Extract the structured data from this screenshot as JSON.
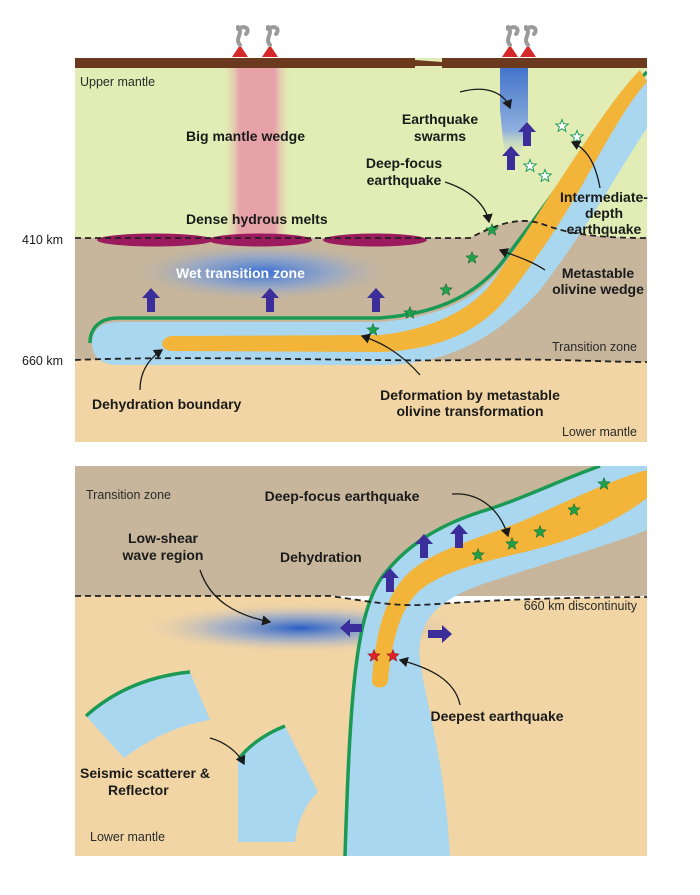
{
  "top_panel": {
    "upper_mantle": "Upper mantle",
    "big_mantle_wedge": "Big mantle wedge",
    "earthquake_swarms": [
      "Earthquake",
      "swarms"
    ],
    "deep_focus_earthquake": [
      "Deep-focus",
      "earthquake"
    ],
    "intermediate_depth_earthquake": [
      "Intermediate-",
      "depth",
      "earthquake"
    ],
    "dense_hydrous_melts": "Dense hydrous melts",
    "km_410": "410 km",
    "wet_transition_zone": "Wet transition zone",
    "metastable_olivine_wedge": [
      "Metastable",
      "olivine wedge"
    ],
    "transition_zone": "Transition zone",
    "km_660": "660 km",
    "dehydration_boundary": "Dehydration boundary",
    "deformation": [
      "Deformation by metastable",
      "olivine transformation"
    ],
    "lower_mantle": "Lower mantle"
  },
  "bottom_panel": {
    "transition_zone": "Transition zone",
    "deep_focus_earthquake": "Deep-focus earthquake",
    "low_shear": [
      "Low-shear",
      "wave region"
    ],
    "dehydration": "Dehydration",
    "discontinuity_660": "660 km discontinuity",
    "deepest_earthquake": "Deepest earthquake",
    "seismic_scatterer": [
      "Seismic scatterer &",
      "Reflector"
    ],
    "lower_mantle": "Lower mantle"
  },
  "colors": {
    "upper_mantle": "#e1edb4",
    "transition_zone": "#c7b69c",
    "lower_mantle": "#f2d5a4",
    "crust": "#6b3a1e",
    "slab": "#a9d7ef",
    "slab_edge": "#1a9a55",
    "metastable_wedge": "#f3b43a",
    "melt": "#9b1b5e",
    "arrow": "#3c2e9a",
    "volcano": "#d62828",
    "mantle_plume": "#e9a3aa"
  }
}
